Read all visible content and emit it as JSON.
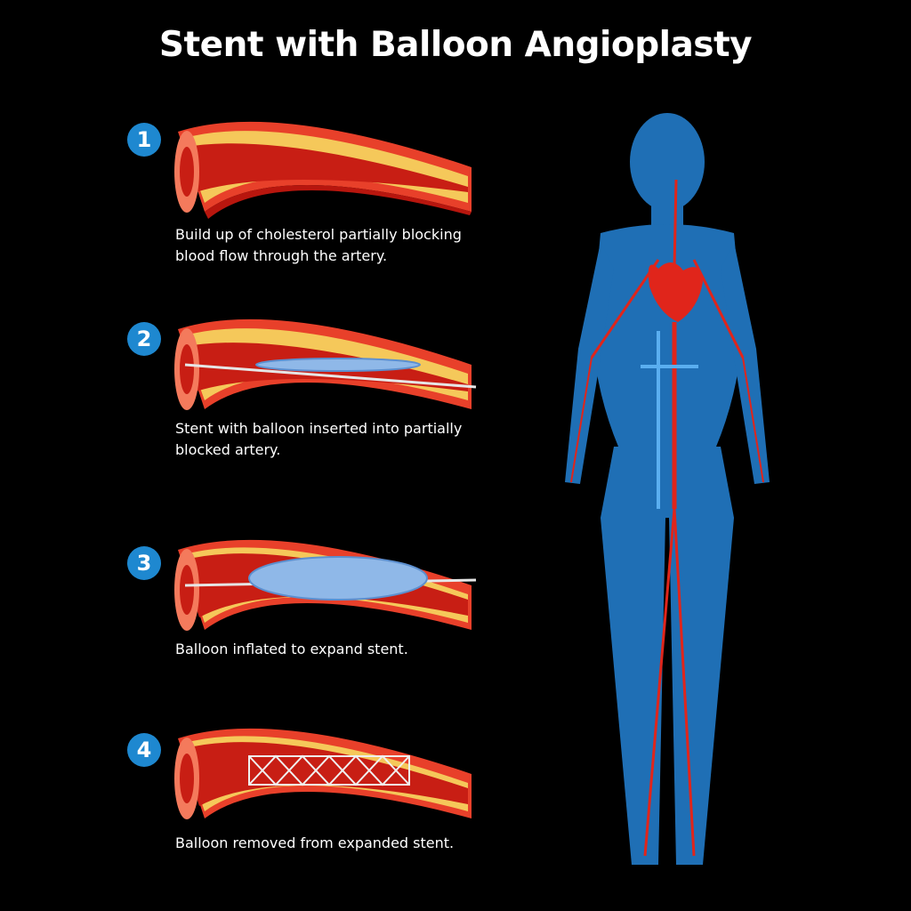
{
  "title": "Stent with Balloon Angioplasty",
  "colors": {
    "background": "#000000",
    "badge": "#1e88d0",
    "artery_wall": "#e8402a",
    "lumen": "#c81e14",
    "plaque": "#f5c85a",
    "stent": "#8fb8e8",
    "body": "#1f6fb5",
    "vessels": "#e0251b"
  },
  "steps": [
    {
      "number": "1",
      "caption_line1": "Build up of cholesterol partially blocking",
      "caption_line2": "blood flow through the artery."
    },
    {
      "number": "2",
      "caption_line1": "Stent with balloon inserted into partially",
      "caption_line2": "blocked artery."
    },
    {
      "number": "3",
      "caption_line1": "Balloon inflated to expand stent.",
      "caption_line2": ""
    },
    {
      "number": "4",
      "caption_line1": "Balloon removed from expanded stent.",
      "caption_line2": ""
    }
  ],
  "icons": {
    "artery": "artery-cross-section-icon",
    "body": "human-circulatory-system-icon",
    "heart": "heart-icon"
  }
}
